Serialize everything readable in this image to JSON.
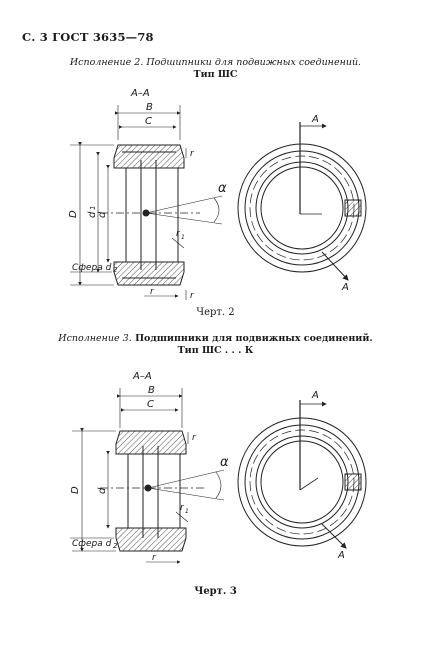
{
  "header": {
    "text": "С. 3 ГОСТ 3635—78"
  },
  "figures": [
    {
      "variant": "Исполнение 2.",
      "variant_rest": " Подшипники для подвижных соединений.",
      "type_line": "Тип ШС",
      "section": "А–А",
      "labels": {
        "B": "B",
        "C": "C",
        "D": "D",
        "d1": "d",
        "d1sub": "1",
        "d": "d",
        "sphere": "Сфера d",
        "sphere_sub": "2",
        "alpha": "α",
        "r": "r",
        "r1": "r",
        "r1sub": "1",
        "A": "A"
      },
      "chert": "Черт. 2"
    },
    {
      "variant": "Исполнение 3.",
      "variant_rest": " Подшипники для подвижных соединений.",
      "type_line": "Тип ШС . . . К",
      "section": "А–А",
      "labels": {
        "B": "B",
        "C": "C",
        "D": "D",
        "d": "d",
        "sphere": "Сфера d",
        "sphere_sub": "2",
        "alpha": "α",
        "r": "r",
        "r1": "r",
        "r1sub": "1",
        "A": "A"
      },
      "chert": "Черт. 3"
    }
  ]
}
